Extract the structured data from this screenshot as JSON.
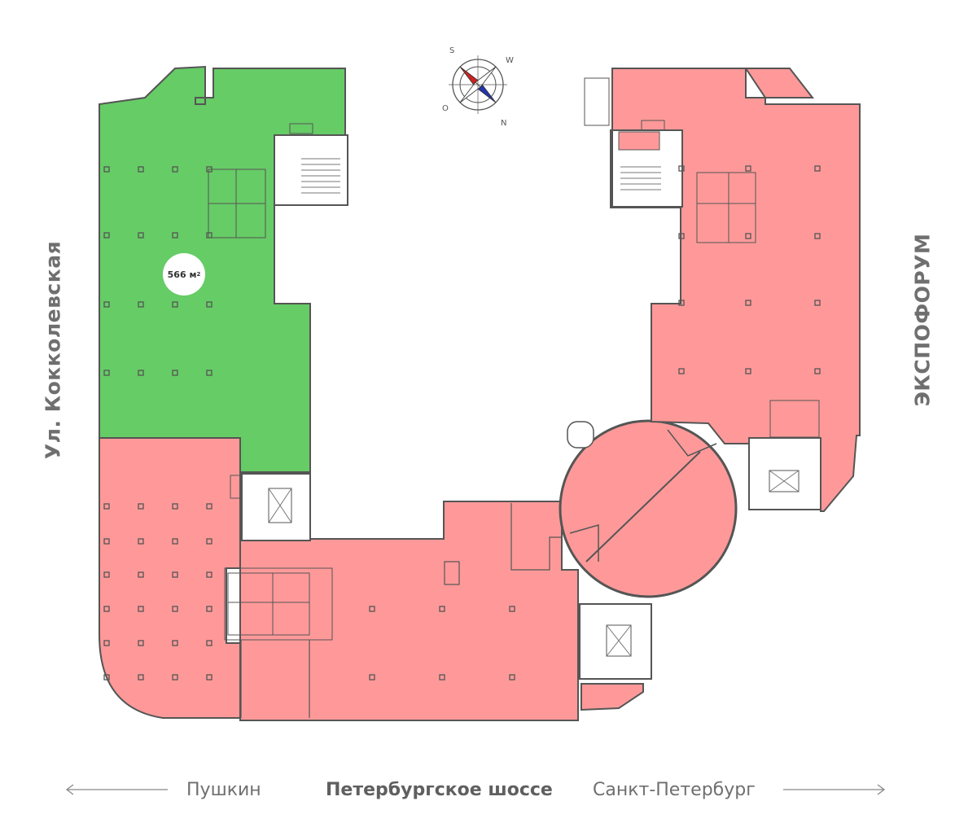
{
  "streets": {
    "left": "Ул. Кокколевская",
    "right": "ЭКСПОФОРУМ"
  },
  "bottom": {
    "pushkin": "Пушкин",
    "highway": "Петербургское шоссе",
    "spb": "Санкт-Петербург"
  },
  "units": {
    "available": {
      "area": "566 м",
      "sup": "2",
      "color": "#66cc66"
    },
    "occupied_color": "#ff9999"
  },
  "compass": {
    "s": "S",
    "w": "W",
    "o": "O",
    "n": "N"
  },
  "colors": {
    "wall": "#555555",
    "core": "#ffffff",
    "text": "#6f6f6f"
  }
}
